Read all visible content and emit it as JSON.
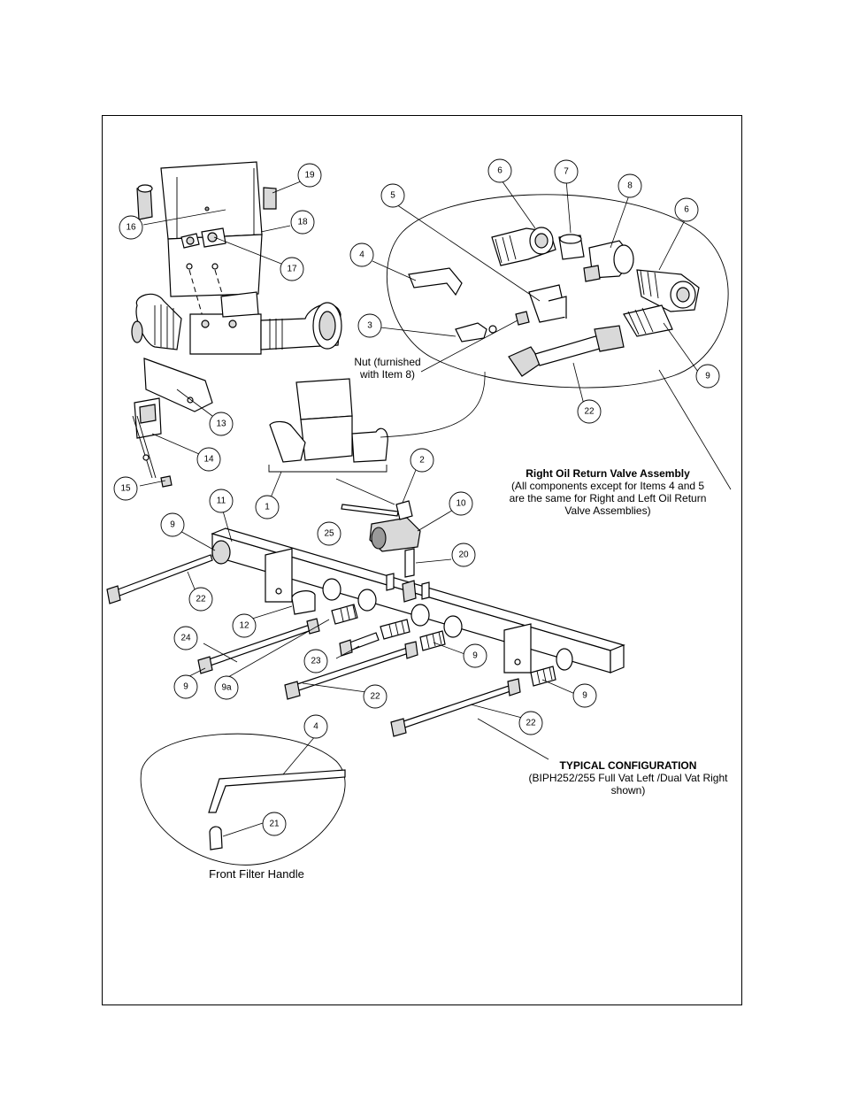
{
  "callouts": [
    "1",
    "2",
    "3",
    "4",
    "5",
    "6",
    "6",
    "7",
    "8",
    "9",
    "9",
    "9",
    "9",
    "9",
    "9a",
    "10",
    "11",
    "12",
    "13",
    "14",
    "15",
    "16",
    "17",
    "18",
    "19",
    "20",
    "21",
    "22",
    "22",
    "22",
    "22",
    "23",
    "24",
    "25",
    "4"
  ],
  "labels": {
    "nut_note_line1": "Nut (furnished",
    "nut_note_line2": "with Item 8)",
    "right_valve_title": "Right Oil Return Valve Assembly",
    "right_valve_line1": "(All components except for Items 4 and 5",
    "right_valve_line2": "are the same for Right and Left Oil Return",
    "right_valve_line3": "Valve Assemblies)",
    "typical_title": "TYPICAL CONFIGURATION",
    "typical_line1": "(BIPH252/255 Full Vat Left /Dual Vat Right",
    "typical_line2": "shown)",
    "front_filter_handle": "Front Filter Handle"
  }
}
